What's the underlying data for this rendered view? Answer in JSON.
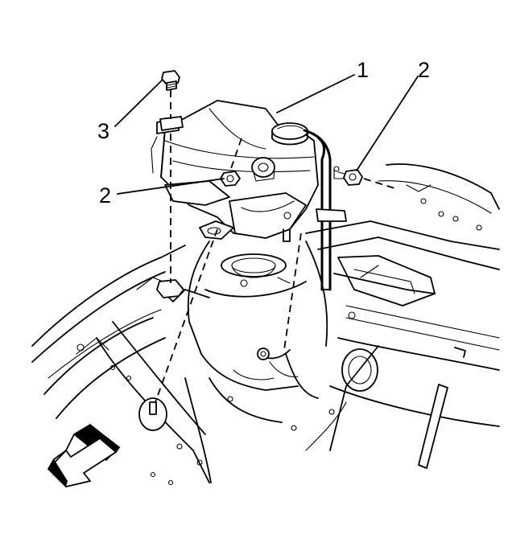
{
  "callouts": [
    {
      "id": "reservoir",
      "label": "1"
    },
    {
      "id": "nut-right",
      "label": "2"
    },
    {
      "id": "nut-left",
      "label": "2"
    },
    {
      "id": "bolt",
      "label": "3"
    }
  ],
  "icons": {
    "direction_arrow": "front-direction-arrow-icon"
  }
}
